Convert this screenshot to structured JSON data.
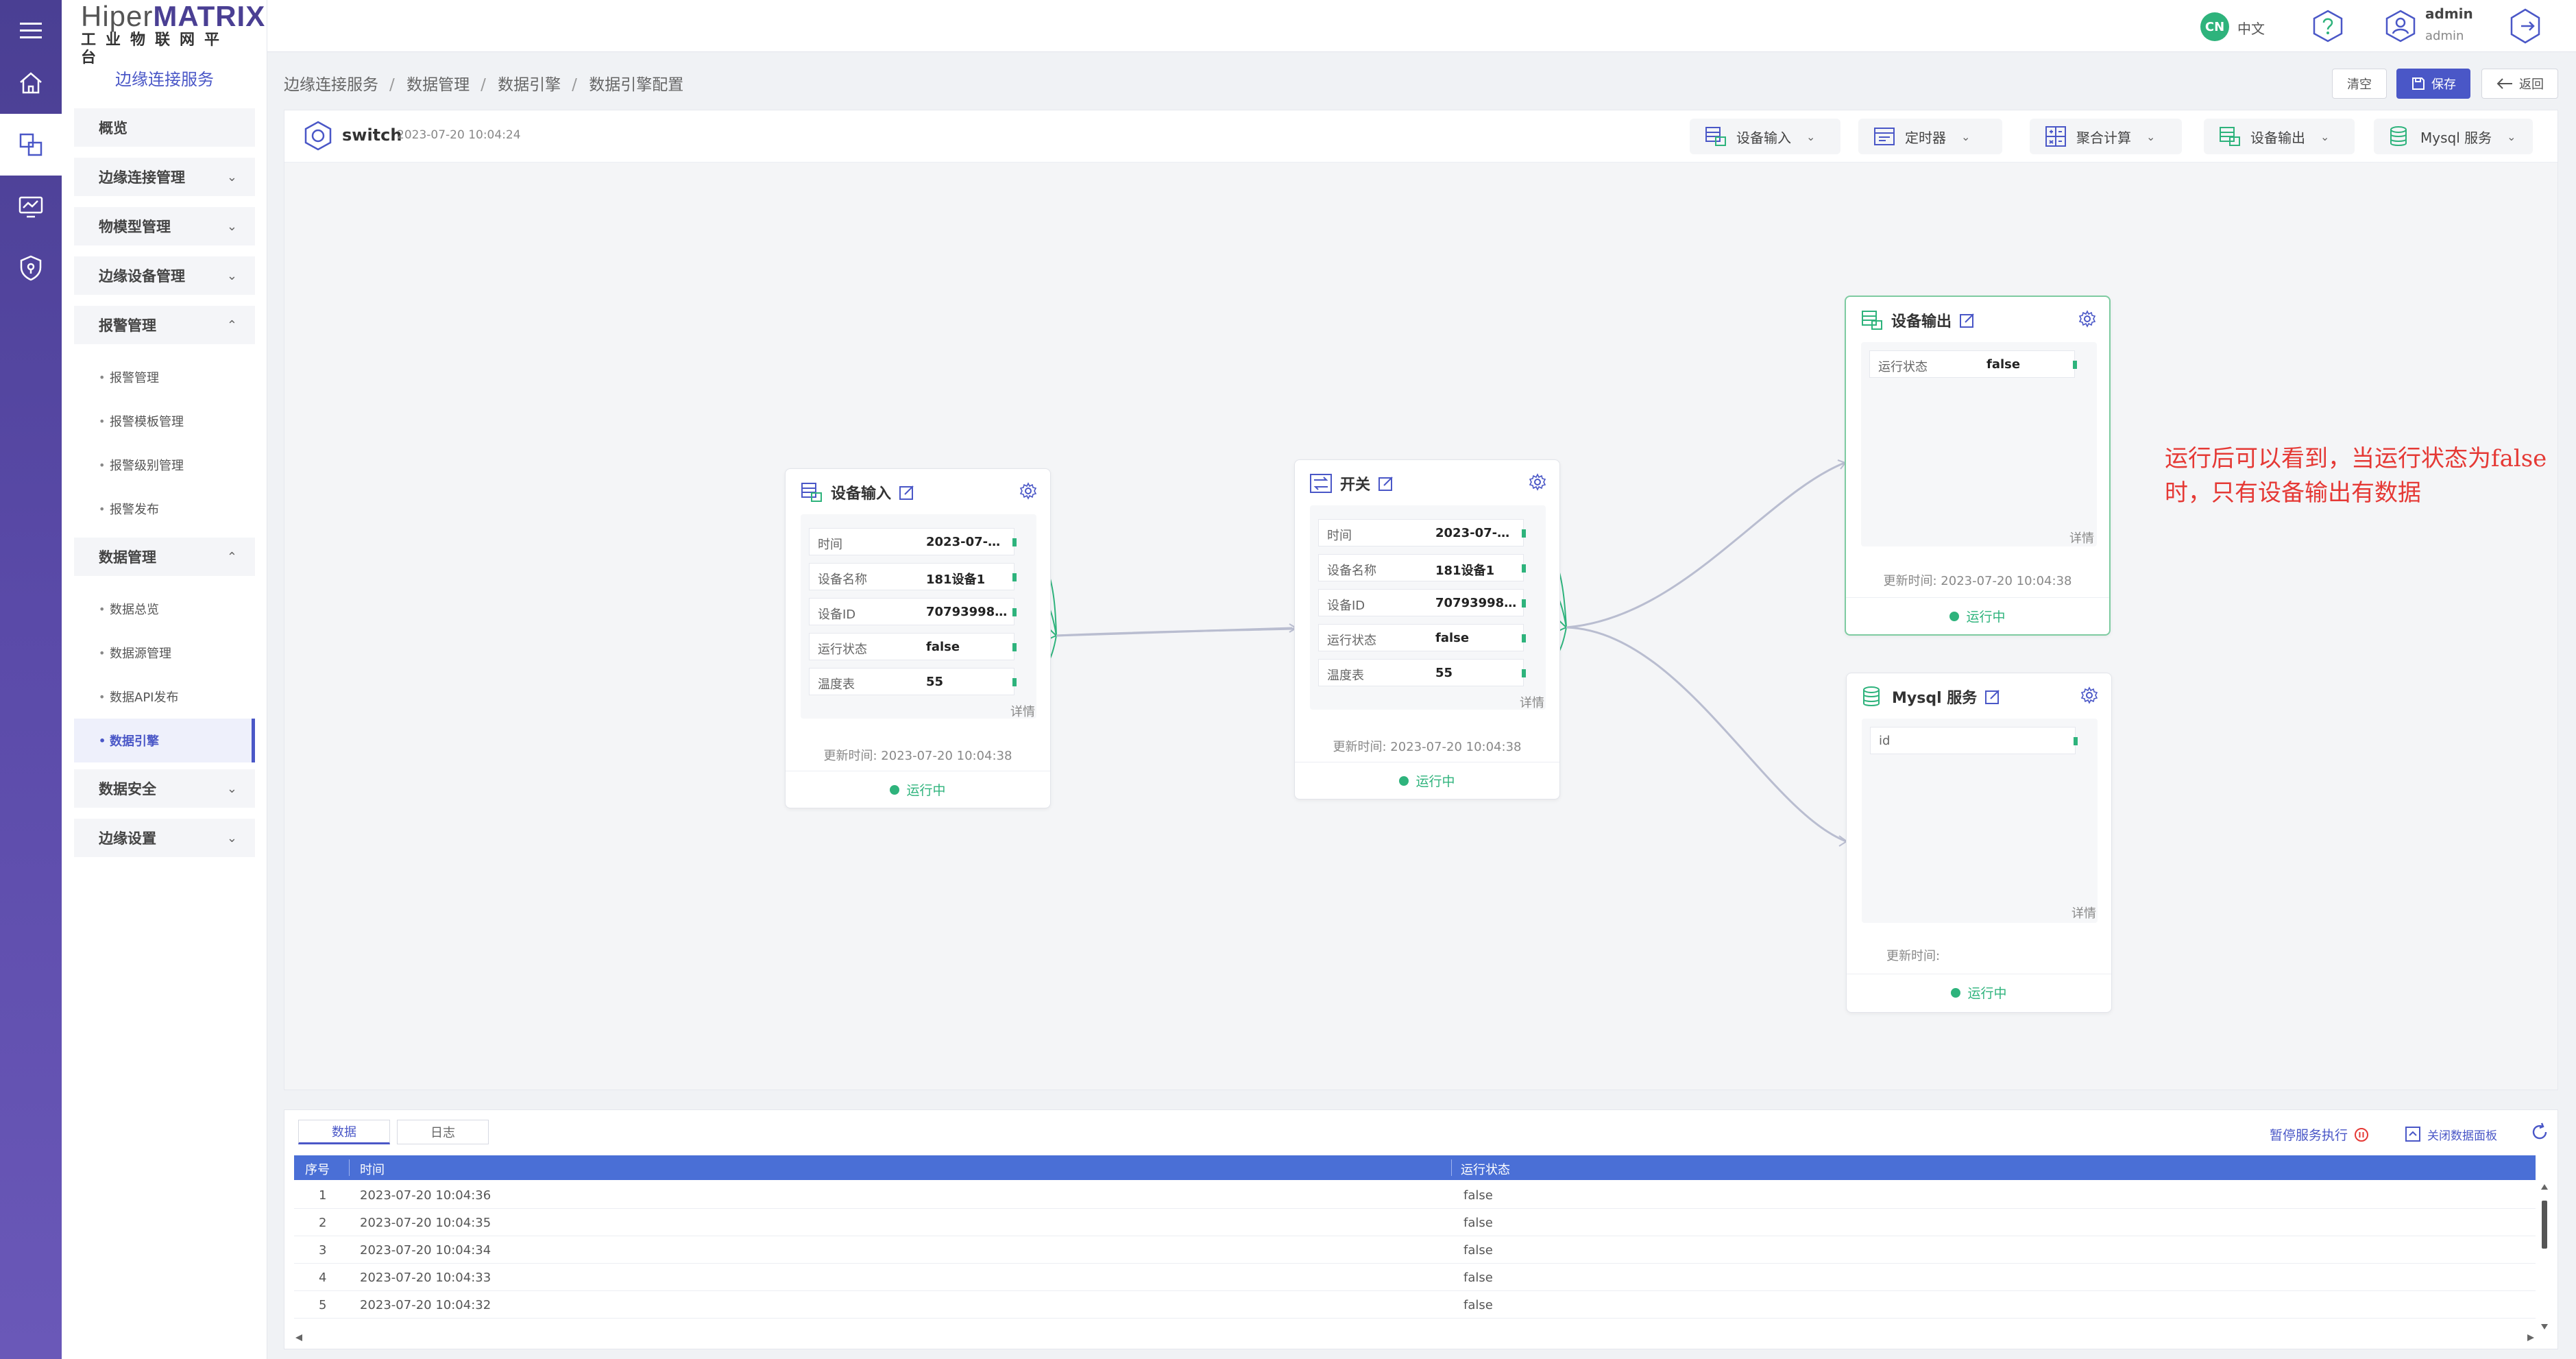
{
  "brand": {
    "line1_a": "Hiper",
    "line1_b": "MATRIX",
    "line2": "工业物联网平台"
  },
  "sidebar": {
    "title": "边缘连接服务",
    "items": [
      {
        "label": "概览",
        "chev": ""
      },
      {
        "label": "边缘连接管理",
        "chev": "⌄"
      },
      {
        "label": "物模型管理",
        "chev": "⌄"
      },
      {
        "label": "边缘设备管理",
        "chev": "⌄"
      },
      {
        "label": "报警管理",
        "chev": "⌃"
      },
      {
        "label": "数据管理",
        "chev": "⌃"
      },
      {
        "label": "数据安全",
        "chev": "⌄"
      },
      {
        "label": "边缘设置",
        "chev": "⌄"
      }
    ],
    "alarm_sub": [
      "报警管理",
      "报警模板管理",
      "报警级别管理",
      "报警发布"
    ],
    "data_sub": [
      "数据总览",
      "数据源管理",
      "数据API发布",
      "数据引擎"
    ]
  },
  "header": {
    "lang_badge": "CN",
    "lang": "中文",
    "user_name": "admin",
    "user_role": "admin"
  },
  "breadcrumb": [
    "边缘连接服务",
    "数据管理",
    "数据引擎",
    "数据引擎配置"
  ],
  "breadcrumb_sep": "/",
  "actions": {
    "clear": "清空",
    "save": "保存",
    "back": "返回"
  },
  "workspace": {
    "name": "switch",
    "time": "2023-07-20 10:04:24",
    "tools": [
      "设备输入",
      "定时器",
      "聚合计算",
      "设备输出",
      "Mysql 服务"
    ],
    "tool_chev": "⌄"
  },
  "nodes": {
    "input": {
      "title": "设备输入",
      "fields": [
        {
          "k": "时间",
          "v": "2023-07-2..."
        },
        {
          "k": "设备名称",
          "v": "181设备1"
        },
        {
          "k": "设备ID",
          "v": "707939988..."
        },
        {
          "k": "运行状态",
          "v": "false"
        },
        {
          "k": "温度表",
          "v": "55"
        }
      ],
      "detail": "详情",
      "updated": "更新时间: 2023-07-20 10:04:38",
      "status": "运行中"
    },
    "switch": {
      "title": "开关",
      "fields": [
        {
          "k": "时间",
          "v": "2023-07-2..."
        },
        {
          "k": "设备名称",
          "v": "181设备1"
        },
        {
          "k": "设备ID",
          "v": "707939988..."
        },
        {
          "k": "运行状态",
          "v": "false"
        },
        {
          "k": "温度表",
          "v": "55"
        }
      ],
      "detail": "详情",
      "updated": "更新时间: 2023-07-20 10:04:38",
      "status": "运行中"
    },
    "output": {
      "title": "设备输出",
      "fields": [
        {
          "k": "运行状态",
          "v": "false"
        }
      ],
      "detail": "详情",
      "updated": "更新时间: 2023-07-20 10:04:38",
      "status": "运行中"
    },
    "mysql": {
      "title": "Mysql 服务",
      "fields": [
        {
          "k": "id",
          "v": ""
        }
      ],
      "detail": "详情",
      "updated": "更新时间:",
      "status": "运行中"
    }
  },
  "note": "运行后可以看到，当运行状态为false时，只有设备输出有数据",
  "panel": {
    "tabs": [
      "数据",
      "日志"
    ],
    "pause": "暂停服务执行",
    "close": "关闭数据面板",
    "columns": [
      "序号",
      "时间",
      "运行状态"
    ],
    "rows": [
      [
        "1",
        "2023-07-20 10:04:36",
        "false"
      ],
      [
        "2",
        "2023-07-20 10:04:35",
        "false"
      ],
      [
        "3",
        "2023-07-20 10:04:34",
        "false"
      ],
      [
        "4",
        "2023-07-20 10:04:33",
        "false"
      ],
      [
        "5",
        "2023-07-20 10:04:32",
        "false"
      ]
    ]
  },
  "colors": {
    "accent": "#4a57c7",
    "rail": "#4a3f93",
    "success": "#2eb37c",
    "note": "#e53935",
    "table_head": "#4a6fd6"
  }
}
